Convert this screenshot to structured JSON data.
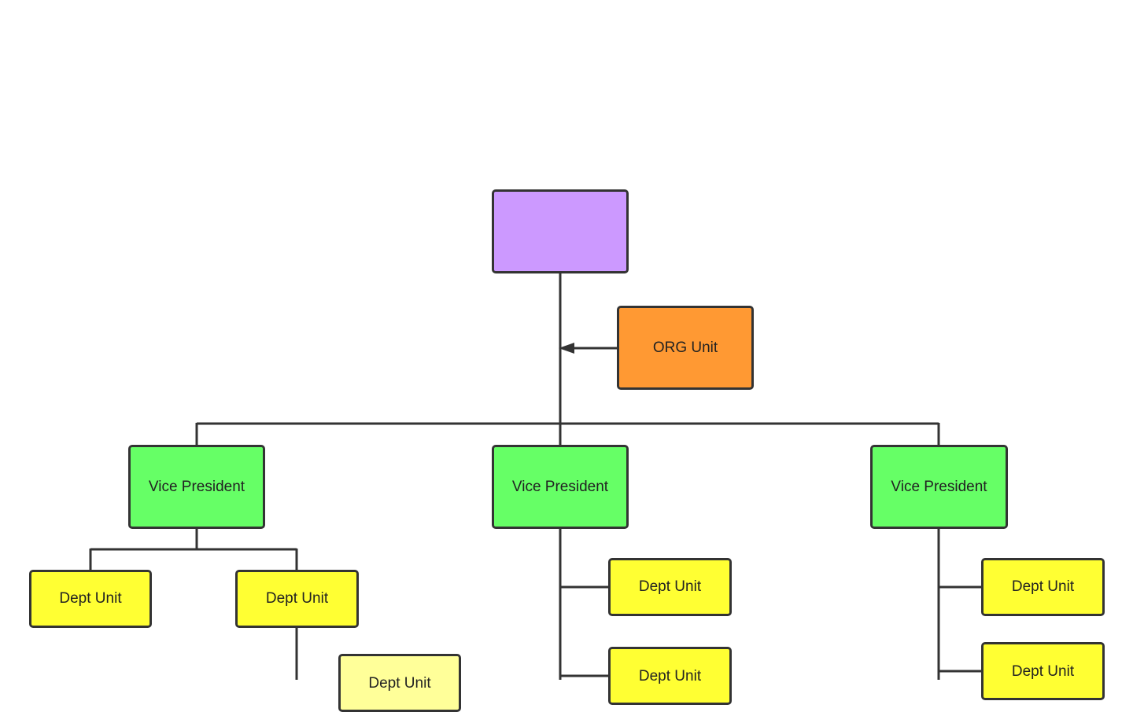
{
  "colors": {
    "root": "#cc99ff",
    "org": "#ff9933",
    "vp": "#66ff66",
    "dept": "#ffff33",
    "dept_light": "#ffff99",
    "line": "#333333"
  },
  "nodes": {
    "root": {
      "label": ""
    },
    "org_unit": {
      "label": "ORG Unit"
    },
    "vp_left": {
      "label": "Vice President"
    },
    "vp_center": {
      "label": "Vice President"
    },
    "vp_right": {
      "label": "Vice President"
    },
    "left_dept_1": {
      "label": "Dept Unit"
    },
    "left_dept_2": {
      "label": "Dept Unit"
    },
    "left_sub_dept": {
      "label": "Dept Unit"
    },
    "center_dept_1": {
      "label": "Dept Unit"
    },
    "center_dept_2": {
      "label": "Dept Unit"
    },
    "right_dept_1": {
      "label": "Dept Unit"
    },
    "right_dept_2": {
      "label": "Dept Unit"
    }
  }
}
